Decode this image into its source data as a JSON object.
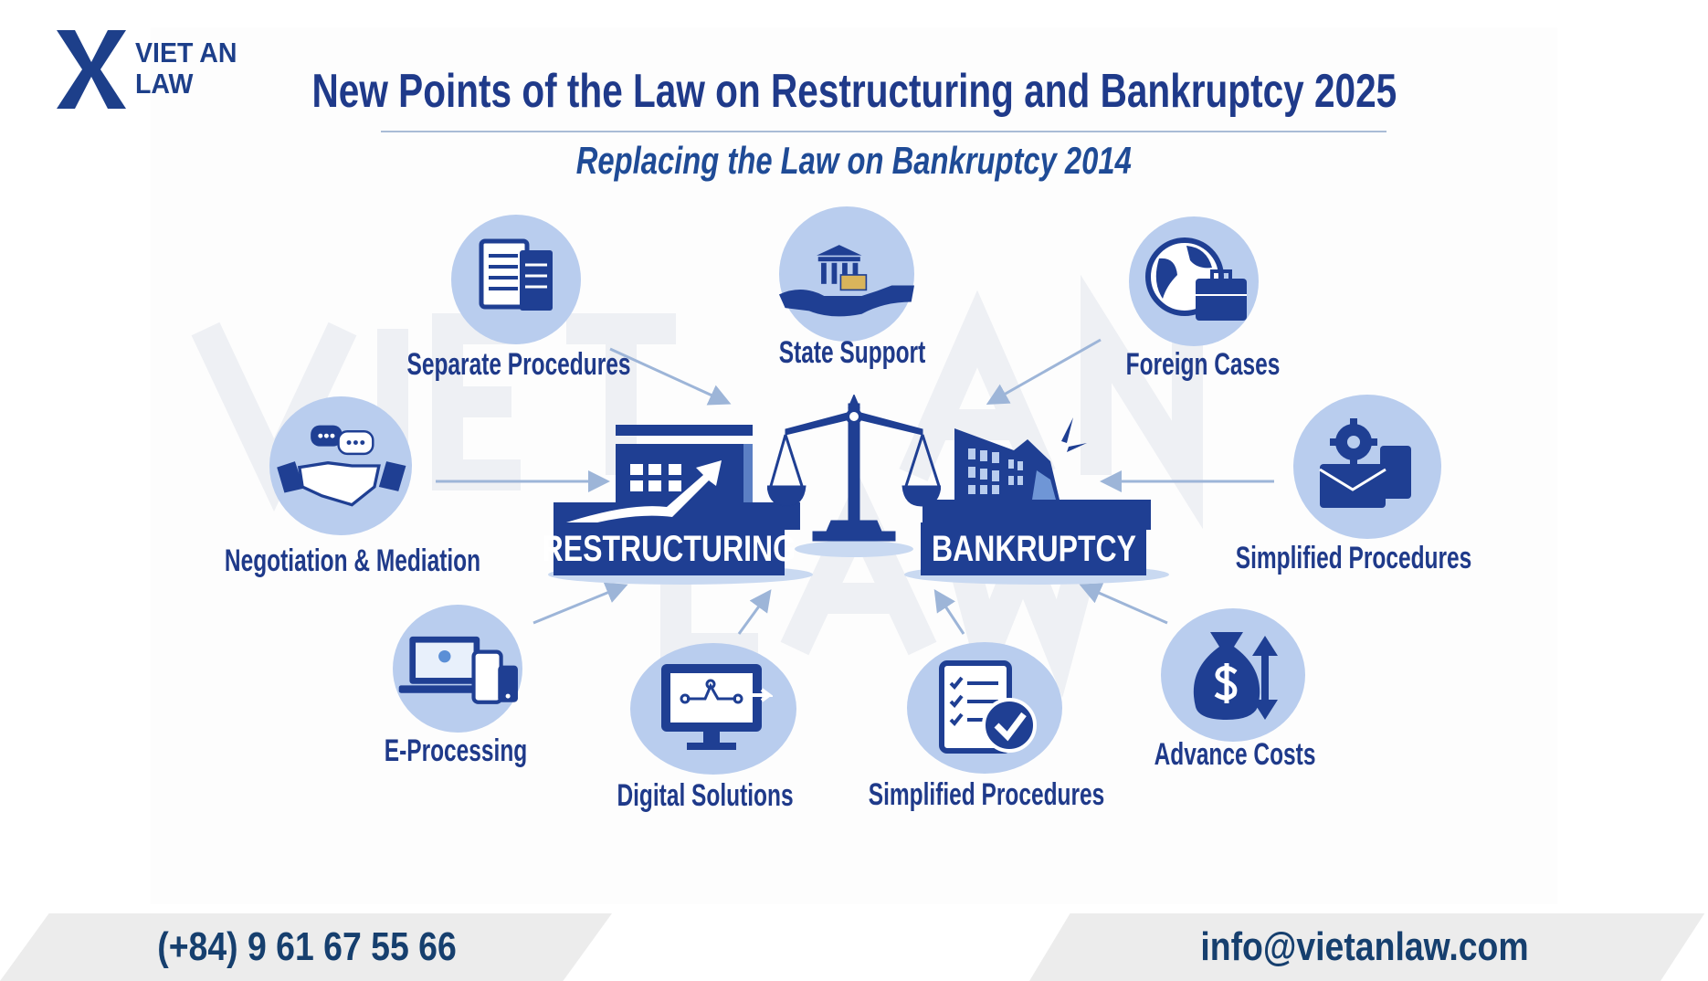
{
  "logo": {
    "line1": "VIET AN",
    "line2": "LAW"
  },
  "watermark": "VIET AN\nLAW",
  "header": {
    "title": "New Points of the Law on Restructuring and Bankruptcy 2025",
    "subtitle": "Replacing the Law on Bankruptcy 2014"
  },
  "center": {
    "left_label": "RESTRUCTURING",
    "right_label": "BANKRUPTCY"
  },
  "points": [
    {
      "label": "Separate Procedures",
      "icon": "document-icon"
    },
    {
      "label": "State Support",
      "icon": "bank-hand-icon"
    },
    {
      "label": "Foreign Cases",
      "icon": "globe-briefcase-icon"
    },
    {
      "label": "Negotiation & Mediation",
      "icon": "handshake-icon"
    },
    {
      "label": "Simplified Procedures",
      "icon": "gear-briefcase-icon"
    },
    {
      "label": "E-Processing",
      "icon": "laptop-phone-icon"
    },
    {
      "label": "Digital Solutions",
      "icon": "monitor-circuit-icon"
    },
    {
      "label": "Simplified Procedures",
      "icon": "checklist-icon"
    },
    {
      "label": "Advance Costs",
      "icon": "money-bag-icon"
    }
  ],
  "footer": {
    "phone": "(+84) 9 61 67 55 66",
    "email": "info@vietanlaw.com"
  },
  "colors": {
    "navy": "#1f3f93",
    "circle": "#b9cdee",
    "arrow": "#9db5d8",
    "footer_bg": "#ececec",
    "footer_text": "#163f6e"
  }
}
